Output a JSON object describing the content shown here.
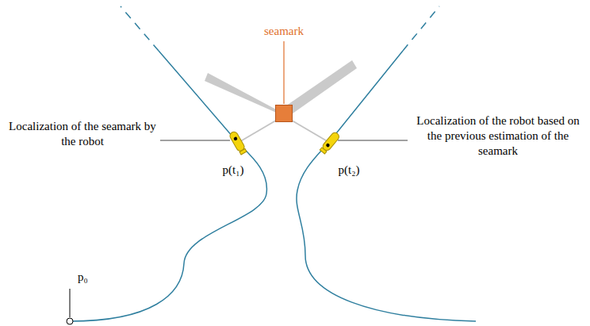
{
  "diagram": {
    "nodes": [
      {
        "text": [
          "seamark"
        ]
      }
    ],
    "labels": [
      "Localization of the seamark by the robot",
      "Localization of the robot based on the previous estimation of the seamark",
      "p(t₁)",
      "p(t₂)",
      "p₀"
    ]
  }
}
